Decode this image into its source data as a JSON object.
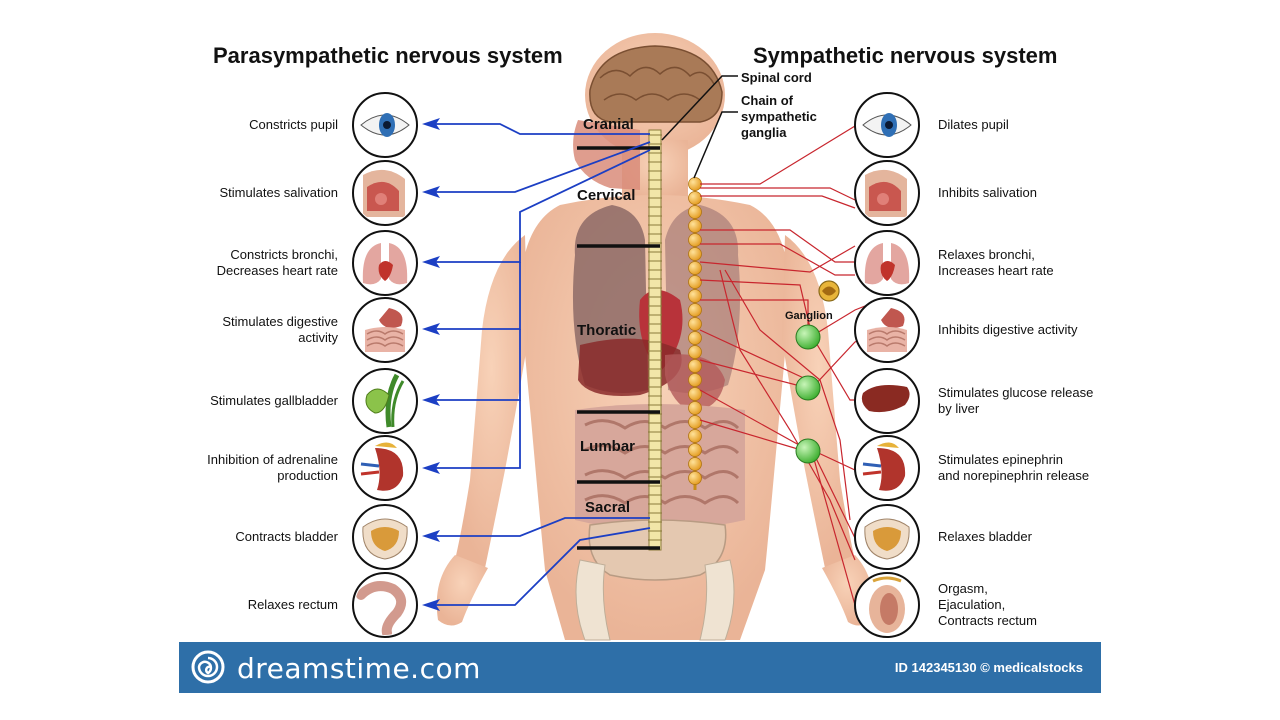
{
  "titles": {
    "left": "Parasympathetic nervous system",
    "right": "Sympathetic nervous system"
  },
  "callouts": {
    "spinal_cord": "Spinal cord",
    "chain": [
      "Chain of",
      "sympathetic",
      "ganglia"
    ],
    "ganglion": "Ganglion"
  },
  "segments": [
    "Cranial",
    "Cervical",
    "Thoratic",
    "Lumbar",
    "Sacral"
  ],
  "parasympathetic": [
    {
      "lines": [
        "Constricts pupil"
      ],
      "organ": "eye-icon"
    },
    {
      "lines": [
        "Stimulates salivation"
      ],
      "organ": "salivary-gland-icon"
    },
    {
      "lines": [
        "Constricts bronchi,",
        "Decreases heart rate"
      ],
      "organ": "lungs-heart-icon"
    },
    {
      "lines": [
        "Stimulates digestive",
        "activity"
      ],
      "organ": "stomach-intestine-icon"
    },
    {
      "lines": [
        "Stimulates gallbladder"
      ],
      "organ": "gallbladder-icon"
    },
    {
      "lines": [
        "Inhibition of adrenaline",
        "production"
      ],
      "organ": "adrenal-kidney-icon"
    },
    {
      "lines": [
        "Contracts bladder"
      ],
      "organ": "bladder-icon"
    },
    {
      "lines": [
        "Relaxes rectum"
      ],
      "organ": "rectum-icon"
    }
  ],
  "sympathetic": [
    {
      "lines": [
        "Dilates pupil"
      ],
      "organ": "eye-icon"
    },
    {
      "lines": [
        "Inhibits salivation"
      ],
      "organ": "salivary-gland-icon"
    },
    {
      "lines": [
        "Relaxes bronchi,",
        "Increases heart rate"
      ],
      "organ": "lungs-heart-icon"
    },
    {
      "lines": [
        "Inhibits digestive activity"
      ],
      "organ": "stomach-intestine-icon"
    },
    {
      "lines": [
        "Stimulates glucose release",
        "by liver"
      ],
      "organ": "liver-icon"
    },
    {
      "lines": [
        "Stimulates epinephrin",
        "and norepinephrin release"
      ],
      "organ": "adrenal-kidney-icon"
    },
    {
      "lines": [
        "Relaxes bladder"
      ],
      "organ": "bladder-icon"
    },
    {
      "lines": [
        "Orgasm,",
        "Ejaculation,",
        "Contracts rectum"
      ],
      "organ": "genital-icon"
    }
  ],
  "footer": {
    "brand": "dreamstime.com",
    "credit": "ID 142345130 © medicalstocks"
  },
  "colors": {
    "parasympathetic_line": "#1c3fc4",
    "sympathetic_line": "#c8262e",
    "ganglion": "#5fd14a",
    "skin": "#f5c6a8",
    "footer": "#2e6fa8"
  }
}
